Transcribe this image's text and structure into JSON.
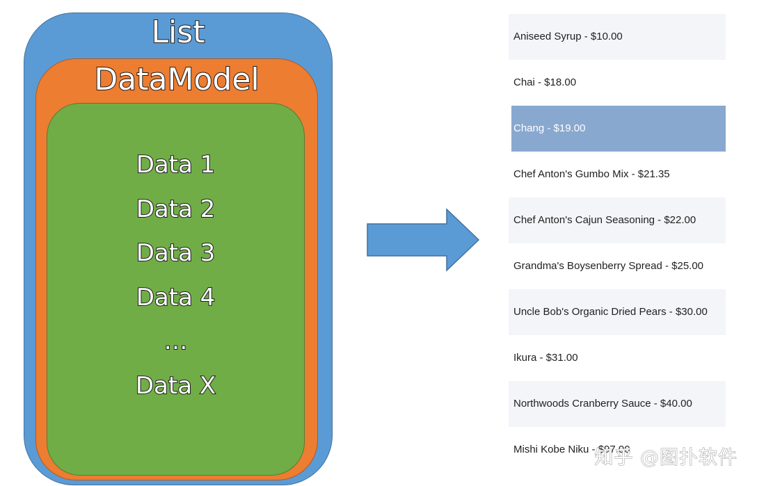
{
  "diagram": {
    "outer_label": "List",
    "middle_label": "DataModel",
    "data_items": [
      "Data 1",
      "Data 2",
      "Data 3",
      "Data 4",
      "…",
      "Data X"
    ],
    "colors": {
      "list": "#5b9bd5",
      "datamodel": "#ed7d31",
      "data": "#70ad47",
      "arrow": "#5b9bd5"
    }
  },
  "listview": {
    "items": [
      "Aniseed Syrup - $10.00",
      "Chai - $18.00",
      "Chang - $19.00",
      "Chef Anton's Gumbo Mix - $21.35",
      "Chef Anton's Cajun Seasoning - $22.00",
      "Grandma's Boysenberry Spread - $25.00",
      "Uncle Bob's Organic Dried Pears - $30.00",
      "Ikura - $31.00",
      "Northwoods Cranberry Sauce - $40.00",
      "Mishi Kobe Niku - $97.00"
    ],
    "selected_item": "Chang - $19.00",
    "selected_color": "#89a8cf"
  },
  "watermark": "知乎 @图扑软件"
}
